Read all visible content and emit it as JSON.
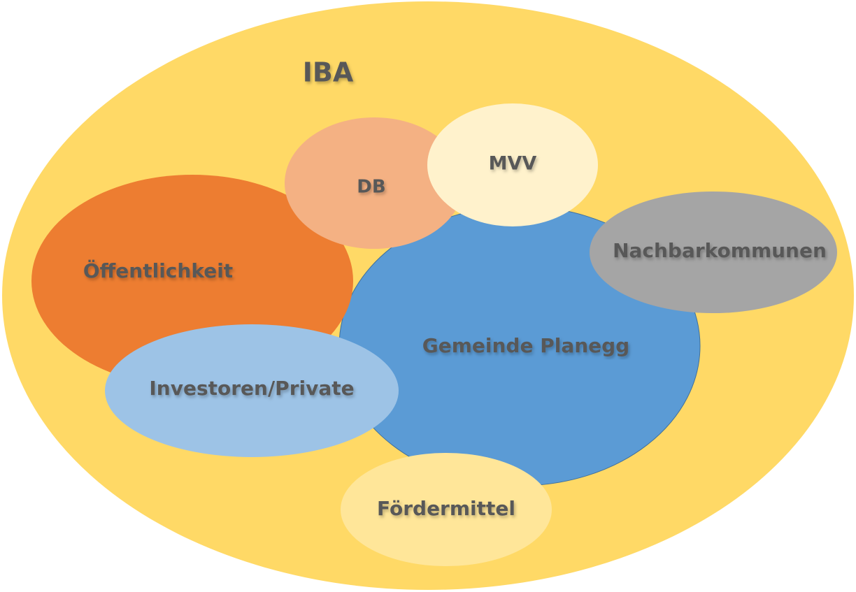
{
  "diagram": {
    "title": "IBA",
    "nodes": {
      "oeffentlichkeit": "Öffentlichkeit",
      "db": "DB",
      "mvv": "MVV",
      "nachbarkommunen": "Nachbarkommunen",
      "gemeinde": "Gemeinde Planegg",
      "investoren": "Investoren/Private",
      "foerdermittel": "Fördermittel"
    }
  },
  "colors": {
    "iba_fill": "#FFD966",
    "gemeinde_fill": "#5B9BD5",
    "oeffentlichkeit_fill": "#ED7D31",
    "db_fill": "#F4B183",
    "mvv_fill": "#FFF2CC",
    "nachbarkommunen_fill": "#A5A5A5",
    "investoren_fill": "#9DC3E6",
    "foerdermittel_fill": "#FFE699",
    "label_color": "#595959"
  }
}
